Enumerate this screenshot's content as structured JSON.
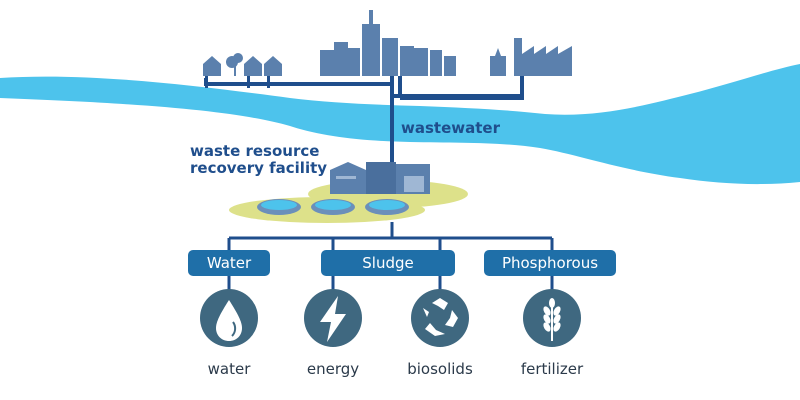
{
  "labels": {
    "facility_line1": "waste resource",
    "facility_line2": "recovery facility",
    "wastewater": "wastewater"
  },
  "streams": [
    {
      "key": "water",
      "label": "Water"
    },
    {
      "key": "sludge",
      "label": "Sludge"
    },
    {
      "key": "phosphorous",
      "label": "Phosphorous"
    }
  ],
  "outputs": [
    {
      "label": "water",
      "icon": "water-drop-icon"
    },
    {
      "label": "energy",
      "icon": "lightning-bolt-icon"
    },
    {
      "label": "biosolids",
      "icon": "recycle-icon"
    },
    {
      "label": "fertilizer",
      "icon": "wheat-icon"
    }
  ],
  "colors": {
    "river": "#4dc3ec",
    "navy": "#1f4e8c",
    "pill": "#1f6fa8",
    "buildings": "#5b80ad",
    "icon_circle": "#3f6880",
    "grass": "#dde18a"
  }
}
